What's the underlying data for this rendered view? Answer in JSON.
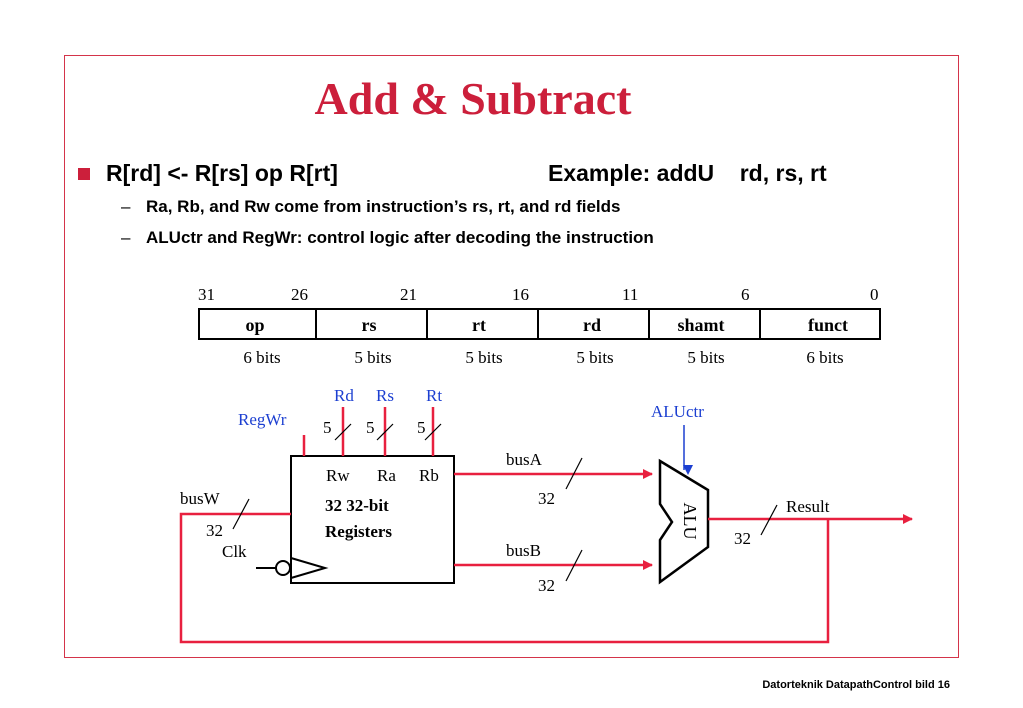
{
  "title": "Add & Subtract",
  "bullet": {
    "text": "R[rd] <- R[rs] op R[rt]",
    "example": "Example: addU    rd, rs, rt"
  },
  "subpoints": [
    "Ra, Rb, and Rw come from instruction’s rs, rt, and rd fields",
    "ALUctr and RegWr: control logic after decoding the instruction"
  ],
  "format": {
    "bit_positions": [
      "31",
      "26",
      "21",
      "16",
      "11",
      "6",
      "0"
    ],
    "fields": [
      "op",
      "rs",
      "rt",
      "rd",
      "shamt",
      "funct"
    ],
    "sizes": [
      "6 bits",
      "5 bits",
      "5 bits",
      "5 bits",
      "5 bits",
      "6 bits"
    ]
  },
  "datapath": {
    "reg_inputs": [
      "Rd",
      "Rs",
      "Rt"
    ],
    "reg_widths": [
      "5",
      "5",
      "5"
    ],
    "regwr": "RegWr",
    "aluctr": "ALUctr",
    "ports": [
      "Rw",
      "Ra",
      "Rb"
    ],
    "regfile_line1": "32 32-bit",
    "regfile_line2": "Registers",
    "busA": "busA",
    "busB": "busB",
    "busW": "busW",
    "clk": "Clk",
    "alu": "ALU",
    "result": "Result",
    "width32": "32"
  },
  "colors": {
    "accent": "#cc1f3b",
    "wire": "#e8203f",
    "signal_text": "#1c3fd1"
  },
  "footer": "Datorteknik DatapathControl bild 16"
}
